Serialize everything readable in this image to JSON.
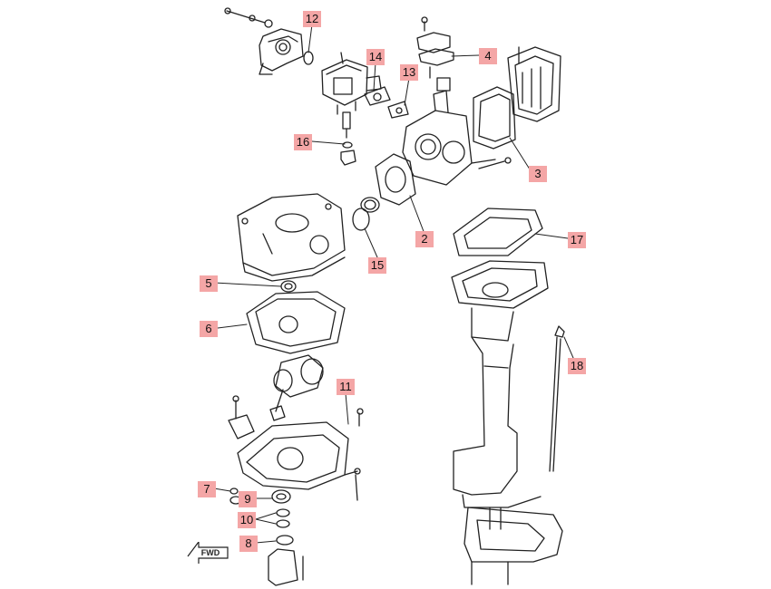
{
  "colors": {
    "callout_bg": "#f4a6a6",
    "line": "#222222",
    "background": "#ffffff"
  },
  "callouts": [
    {
      "id": "c12",
      "label": "12"
    },
    {
      "id": "c14",
      "label": "14"
    },
    {
      "id": "c13",
      "label": "13"
    },
    {
      "id": "c4",
      "label": "4"
    },
    {
      "id": "c16",
      "label": "16"
    },
    {
      "id": "c3",
      "label": "3"
    },
    {
      "id": "c2",
      "label": "2"
    },
    {
      "id": "c15",
      "label": "15"
    },
    {
      "id": "c17",
      "label": "17"
    },
    {
      "id": "c5",
      "label": "5"
    },
    {
      "id": "c6",
      "label": "6"
    },
    {
      "id": "c18",
      "label": "18"
    },
    {
      "id": "c11",
      "label": "11"
    },
    {
      "id": "c7",
      "label": "7"
    },
    {
      "id": "c9",
      "label": "9"
    },
    {
      "id": "c10",
      "label": "10"
    },
    {
      "id": "c8",
      "label": "8"
    }
  ],
  "fwd_label": "FWD"
}
